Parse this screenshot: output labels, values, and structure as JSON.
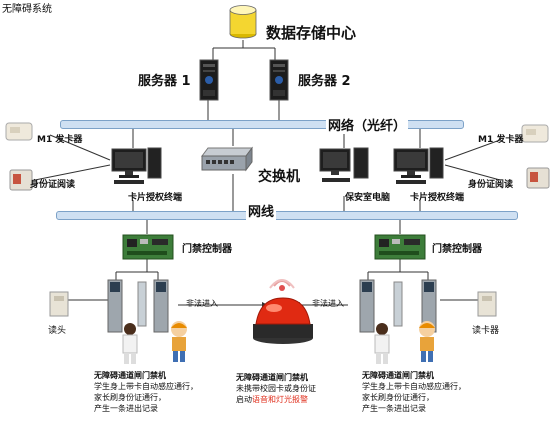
{
  "title": "无障碍系统",
  "db_label": "数据存储中心",
  "server1": "服务器 1",
  "server2": "服务器 2",
  "network_fiber": "网络（光纤）",
  "switch": "交换机",
  "network": "网线",
  "left_m1": "M1 发卡器",
  "left_id": "身份证阅读",
  "right_m1": "M1 发卡器",
  "right_id": "身份证阅读",
  "pc_left": "卡片授权终端",
  "pc_guard": "保安室电脑",
  "pc_right": "卡片授权终端",
  "ctrl_left": "门禁控制器",
  "ctrl_right": "门禁控制器",
  "illegal_left": "非法进入",
  "illegal_right": "非法进入",
  "reader_left": "读头",
  "reader_right": "读卡器",
  "left_desc": {
    "title": "无障碍通道闸门禁机",
    "l1": "学生身上带卡自动感应通行，",
    "l2": "家长刷身份证通行，",
    "l3": "产生一条进出记录"
  },
  "mid_desc": {
    "title": "无障碍通道闸门禁机",
    "l1": "未携带校园卡或身份证",
    "l2_pre": "启动",
    "l2_red": "语音和灯光报警"
  },
  "right_desc": {
    "title": "无障碍通道闸门禁机",
    "l1": "学生身上带卡自动感应通行，",
    "l2": "家长刷身份证通行，",
    "l3": "产生一条进出记录"
  }
}
